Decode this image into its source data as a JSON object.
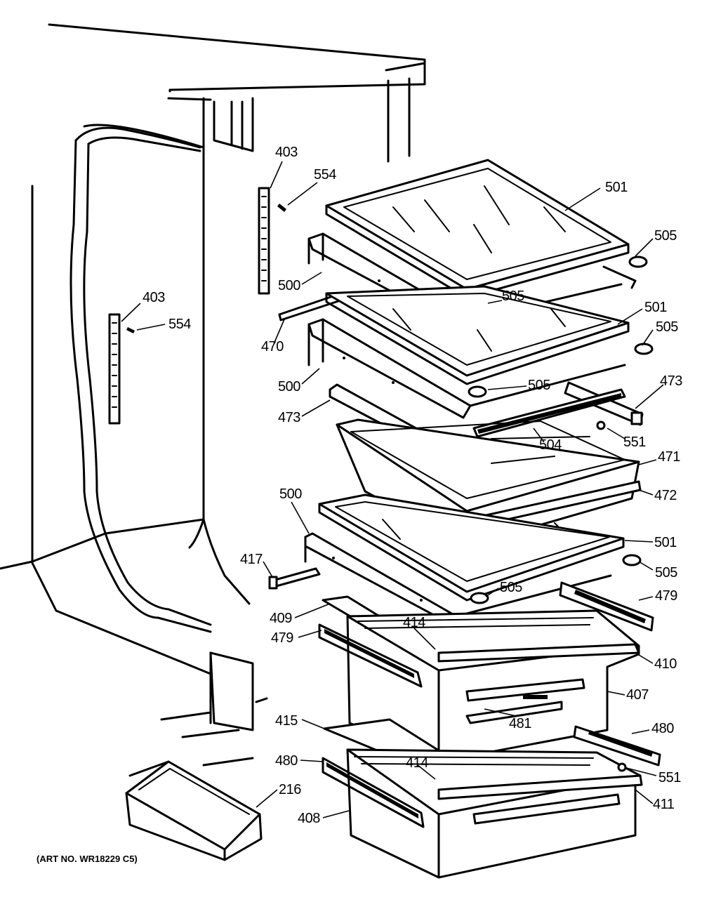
{
  "diagram": {
    "art_number": "(ART NO. WR18229 C5)",
    "labels": {
      "l403a": "403",
      "l554a": "554",
      "l403b": "403",
      "l554b": "554",
      "l501a": "501",
      "l505a": "505",
      "l500a": "500",
      "l505b": "505",
      "l501b": "501",
      "l505c": "505",
      "l470": "470",
      "l500b": "500",
      "l505d": "505",
      "l473a": "473",
      "l473b": "473",
      "l504": "504",
      "l551a": "551",
      "l471": "471",
      "l472": "472",
      "l500c": "500",
      "l501c": "501",
      "l417": "417",
      "l505e": "505",
      "l505f": "505",
      "l479a": "479",
      "l409": "409",
      "l414a": "414",
      "l479b": "479",
      "l410": "410",
      "l407": "407",
      "l415": "415",
      "l481": "481",
      "l480a": "480",
      "l480b": "480",
      "l414b": "414",
      "l551b": "551",
      "l216": "216",
      "l411": "411",
      "l408": "408"
    }
  }
}
